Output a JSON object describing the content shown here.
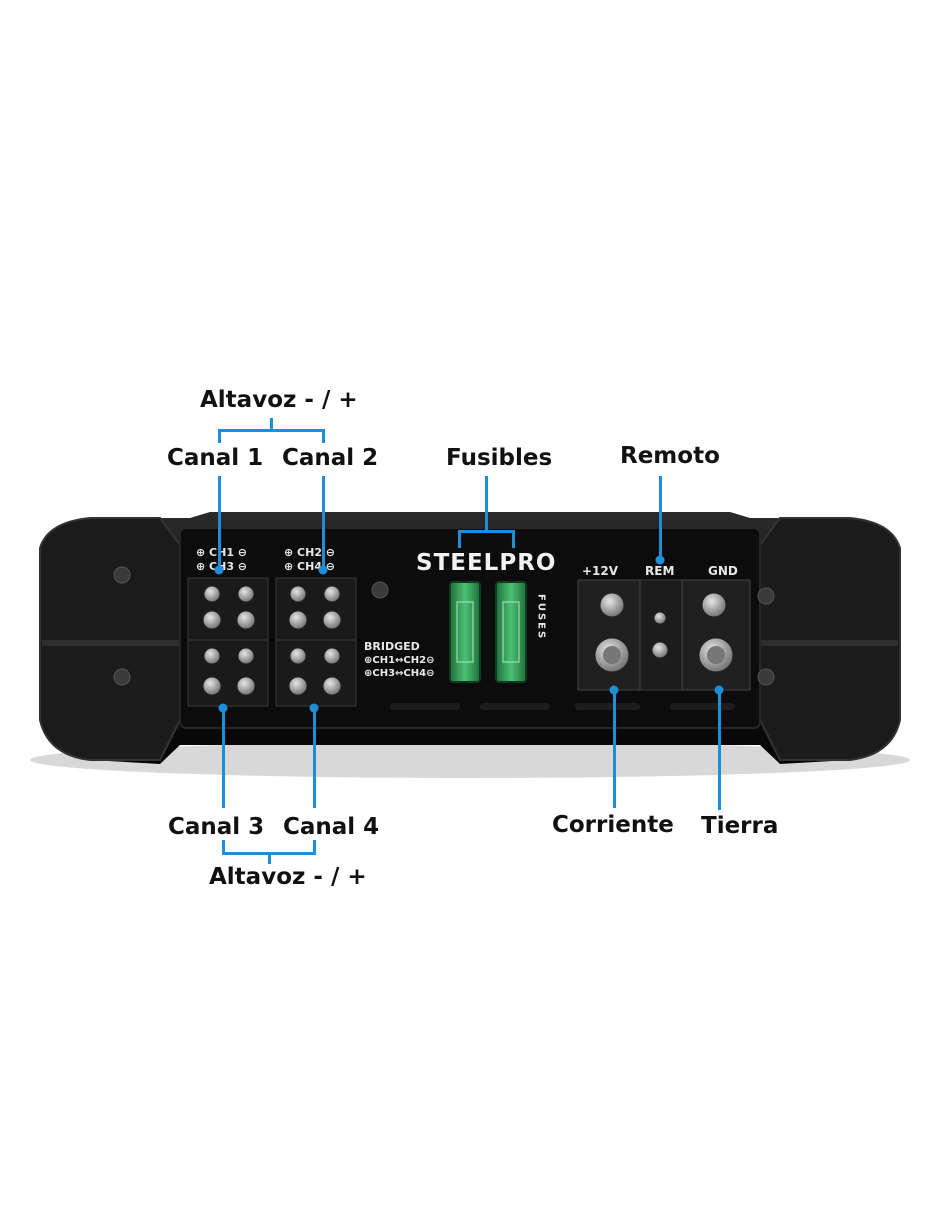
{
  "panel": {
    "brand": "STEELPRO",
    "fuses_label": "FUSES",
    "bridged_title": "BRIDGED",
    "bridged_line1": "⊕CH1↔CH2⊖",
    "bridged_line2": "⊕CH3↔CH4⊖",
    "ch_left_top": "⊕ CH1 ⊖",
    "ch_left_bottom": "⊕ CH3 ⊖",
    "ch_right_top": "⊕ CH2 ⊖",
    "ch_right_bottom": "⊕ CH4 ⊖",
    "power_plus": "+12V",
    "power_rem": "REM",
    "power_gnd": "GND"
  },
  "callouts": {
    "altavoz_top": "Altavoz - / +",
    "canal1": "Canal 1",
    "canal2": "Canal 2",
    "fusibles": "Fusibles",
    "remoto": "Remoto",
    "canal3": "Canal 3",
    "canal4": "Canal 4",
    "altavoz_bottom": "Altavoz - / +",
    "corriente": "Corriente",
    "tierra": "Tierra"
  },
  "colors": {
    "leader": "#1e8fd6",
    "body": "#111111",
    "fuse": "#2f8f4f"
  }
}
